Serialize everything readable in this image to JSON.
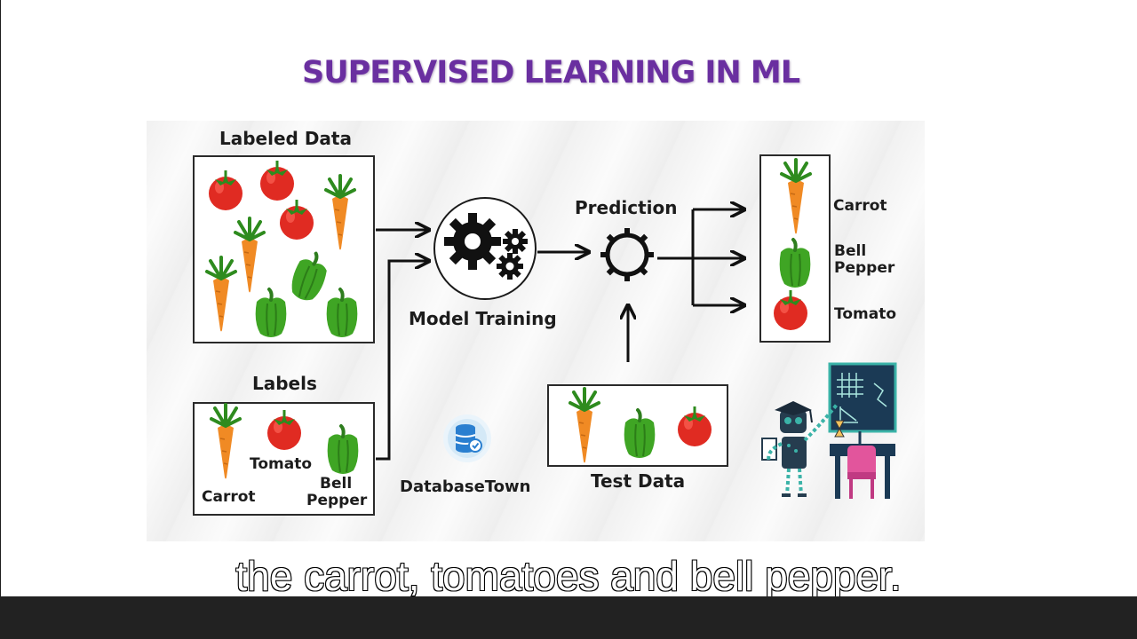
{
  "title": "SUPERVISED LEARNING IN ML",
  "labeled_data": {
    "heading": "Labeled Data"
  },
  "labels_section": {
    "heading": "Labels",
    "tomato": "Tomato",
    "carrot": "Carrot",
    "bell": "Bell",
    "pepper": "Pepper"
  },
  "model_training": {
    "label": "Model Training"
  },
  "prediction": {
    "label": "Prediction"
  },
  "test_data": {
    "label": "Test Data"
  },
  "outputs": {
    "carrot": "Carrot",
    "bell": "Bell",
    "pepper": "Pepper",
    "tomato": "Tomato"
  },
  "brand": {
    "name": "DatabaseTown"
  },
  "caption": "the carrot, tomatoes and bell pepper.",
  "icons": {
    "vegetables": [
      "tomato-icon",
      "carrot-icon",
      "bell-pepper-icon"
    ],
    "gears": "gears-icon",
    "prediction_gear": "gear-icon",
    "brand": "database-icon",
    "robot": "robot-teacher-icon"
  },
  "colors": {
    "title": "#6a2fa0",
    "tomato": "#e02b22",
    "carrot": "#f08a24",
    "pepper": "#3fa524",
    "stem": "#2e8b1e",
    "robot_screen": "#1b3a55",
    "robot_body": "#3bb3a8",
    "chair": "#e2559c"
  }
}
